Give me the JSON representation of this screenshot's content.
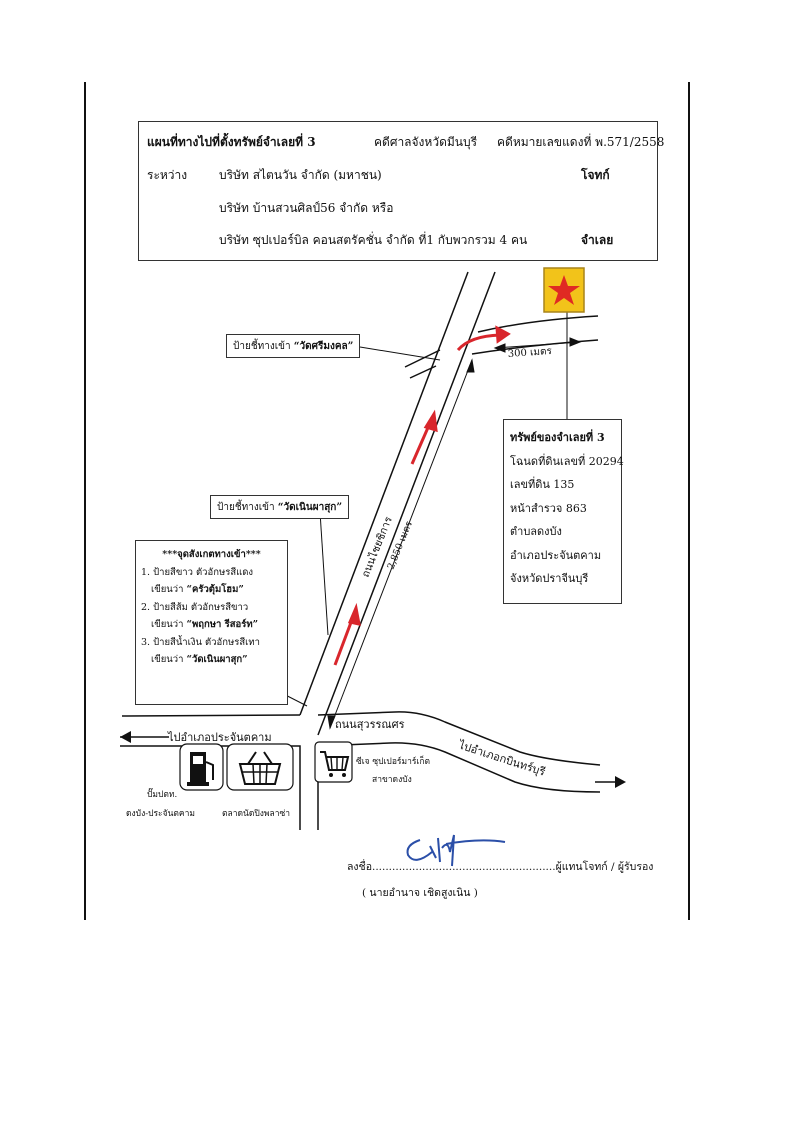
{
  "header": {
    "title": "แผนที่ทางไปที่ตั้งทรัพย์จำเลยที่ 3",
    "court": "คดีศาลจังหวัดมีนบุรี",
    "case_no": "คดีหมายเลขแดงที่ พ.571/2558",
    "between_label": "ระหว่าง",
    "plaintiff": "บริษัท สไตนวัน จำกัด (มหาชน)",
    "plaintiff_role": "โจทก์",
    "defendant_1": "บริษัท บ้านสวนศิลป์56 จำกัด หรือ",
    "defendant_2": "บริษัท ซุปเปอร์บิล คอนสตรัคชั่น จำกัด ที่1 กับพวกรวม 4 คน",
    "defendant_role": "จำเลย"
  },
  "map": {
    "sign_temple_1": {
      "prefix": "ป้ายชี้ทางเข้า",
      "name": "“วัดศรีมงคล”"
    },
    "sign_temple_2": {
      "prefix": "ป้ายชี้ทางเข้า",
      "name": "“วัดเนินผาสุก”"
    },
    "distance_300": "300 เมตร",
    "distance_2850": "2,850 เมตร",
    "road_main": "ถนนไชยชิการ",
    "road_suwan": "ถนนสุวรรณศร",
    "to_prachantakham": "ไปอำเภอประจันตคาม",
    "to_kabinburi": "ไปอำเภอกบินทร์บุรี",
    "gas_station": "ปั๊มปตท.",
    "gas_station_2": "ดงบัง-ประจันตคาม",
    "market": "ตลาดนัดปิงพลาซ่า",
    "supermarket": "ซีเจ ซุปเปอร์มาร์เก็ต",
    "supermarket_2": "สาขาดงบัง"
  },
  "owner_info": {
    "title": "ทรัพย์ของจำเลยที่ 3",
    "deed": "โฉนดที่ดินเลขที่ 20294",
    "land_no": "เลขที่ดิน 135",
    "survey": "หน้าสำรวจ 863",
    "subdistrict": "ตำบลดงบัง",
    "district": "อำเภอประจันตคาม",
    "province": "จังหวัดปราจีนบุรี"
  },
  "landmarks": {
    "title": "***จุดสังเกตทางเข้า***",
    "item1_a": "1. ป้ายสีขาว ตัวอักษรสีแดง",
    "item1_b_prefix": "เขียนว่า",
    "item1_b_name": "“ครัวตุ้มโฮม”",
    "item2_a": "2. ป้ายสีส้ม ตัวอักษรสีขาว",
    "item2_b_prefix": "เขียนว่า",
    "item2_b_name": "“พฤกษา รีสอร์ท”",
    "item3_a": "3. ป้ายสีน้ำเงิน ตัวอักษรสีเทา",
    "item3_b_prefix": "เขียนว่า",
    "item3_b_name": "“วัดเนินผาสุก”"
  },
  "signature": {
    "line": "ลงชื่อ.......................................................ผู้แทนโจทก์ / ผู้รับรอง",
    "name": "( นายอำนาจ    เชิดสูงเนิน )"
  },
  "colors": {
    "arrow_red": "#d9262c",
    "marker_yellow": "#f2c31a",
    "star_red": "#e02a23",
    "signature_blue": "#2b4fa8"
  }
}
